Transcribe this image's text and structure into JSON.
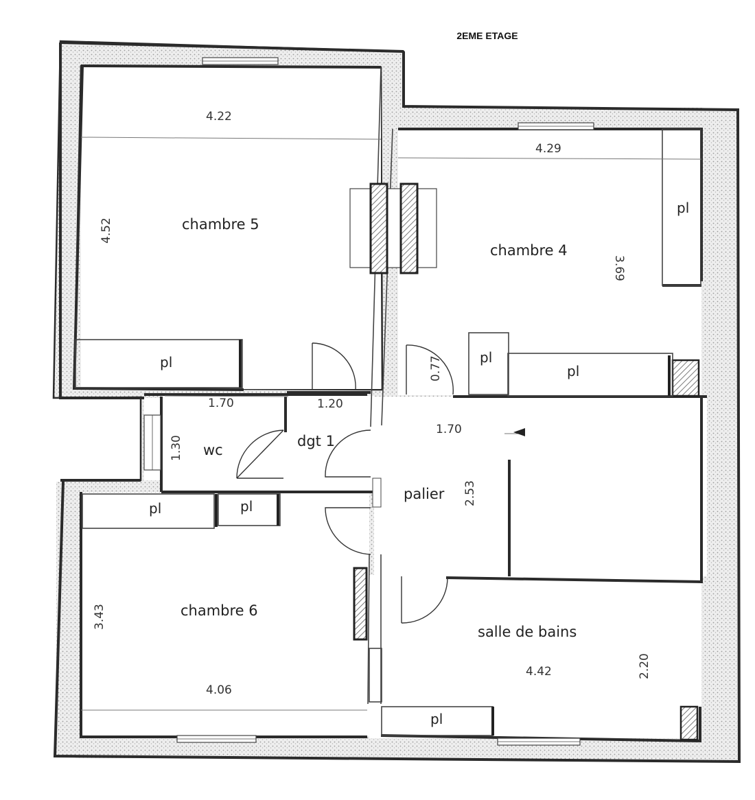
{
  "floor_title": "2EME ETAGE",
  "rooms": {
    "chambre5": "chambre 5",
    "chambre4": "chambre 4",
    "chambre6": "chambre 6",
    "salle_de_bains": "salle de bains",
    "wc": "wc",
    "dgt1": "dgt 1",
    "palier": "palier"
  },
  "closets": {
    "ch5": "pl",
    "ch4_right": "pl",
    "ch4_small": "pl",
    "ch4_bottom": "pl",
    "ch6_left": "pl",
    "ch6_right": "pl",
    "sdb": "pl"
  },
  "dimensions": {
    "ch5_width": "4.22",
    "ch5_height": "4.52",
    "ch4_width": "4.29",
    "ch4_height": "3.69",
    "wc_width": "1.70",
    "wc_height": "1.30",
    "dgt1_width": "1.20",
    "door_077": "0.77",
    "palier_width": "1.70",
    "palier_height": "2.53",
    "ch6_height": "3.43",
    "ch6_width": "4.06",
    "sdb_width": "4.42",
    "sdb_height": "2.20"
  }
}
